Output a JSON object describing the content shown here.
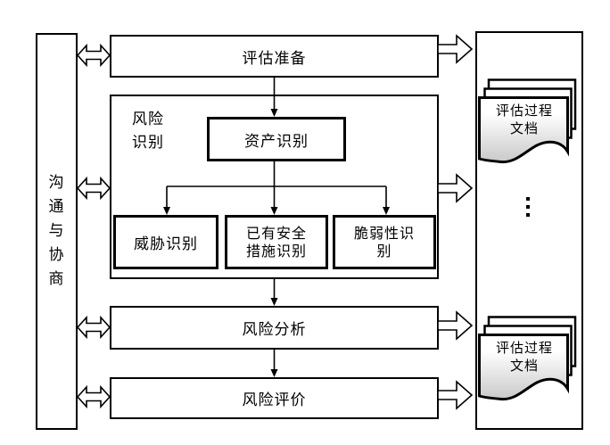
{
  "diagram": {
    "title_semantic": "risk-assessment-process-flowchart",
    "communication_bar": "沟通与协商",
    "stages": {
      "prepare": "评估准备",
      "risk_identification": "风险识别",
      "asset_identification": "资产识别",
      "threat_identification": "威胁识别",
      "security_measures_identification": "已有安全措施识别",
      "vulnerability_identification": "脆弱性识别",
      "risk_analysis": "风险分析",
      "risk_evaluation": "风险评价"
    },
    "outputs": {
      "document_label_line1": "评估过程",
      "document_label_line2": "文档",
      "more_indicator": "⋮"
    },
    "icons": {
      "bidirectional": "double-headed-block-arrow",
      "output": "right-block-arrow",
      "more": "vertical-ellipsis",
      "document": "wavy-bottom-document-stack"
    },
    "colors": {
      "line": "#000000",
      "background": "#ffffff",
      "document_gradient_bottom": "#c9c9c9"
    }
  }
}
